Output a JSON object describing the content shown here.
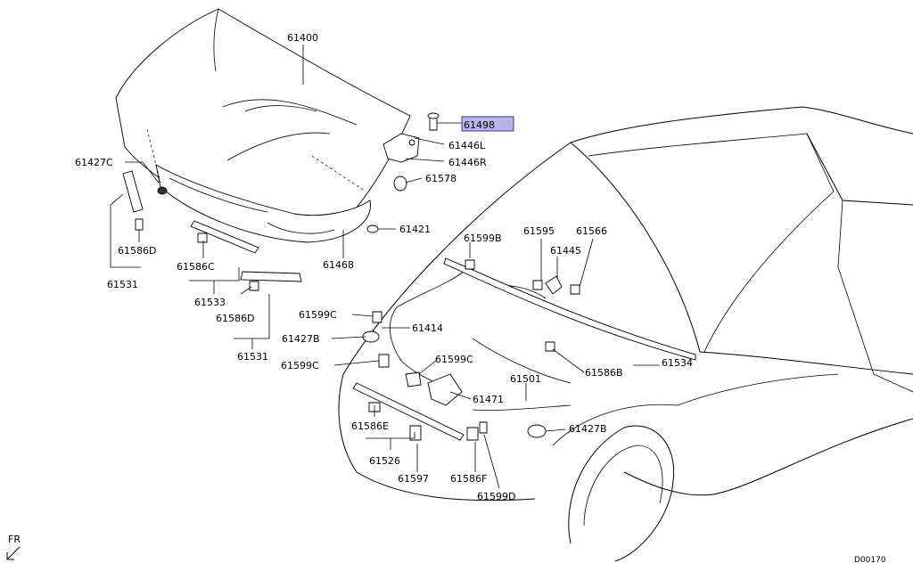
{
  "diagram": {
    "code": "D00170",
    "direction": "FR",
    "highlight_color": "#b9b4e8",
    "labels": {
      "p61400": "61400",
      "p61498": "61498",
      "p61446L": "61446L",
      "p61446R": "61446R",
      "p61578": "61578",
      "p61427C": "61427C",
      "p61421": "61421",
      "p61468": "61468",
      "p61586D_a": "61586D",
      "p61531_a": "61531",
      "p61586C": "61586C",
      "p61533": "61533",
      "p61586D_b": "61586D",
      "p61531_b": "61531",
      "p61599B": "61599B",
      "p61595": "61595",
      "p61566": "61566",
      "p61445": "61445",
      "p61599C_a": "61599C",
      "p61414": "61414",
      "p61427B_a": "61427B",
      "p61599C_b": "61599C",
      "p61599C_c": "61599C",
      "p61471": "61471",
      "p61501": "61501",
      "p61586B": "61586B",
      "p61534": "61534",
      "p61586E": "61586E",
      "p61427B_b": "61427B",
      "p61526": "61526",
      "p61597": "61597",
      "p61586F": "61586F",
      "p61599D": "61599D"
    }
  }
}
